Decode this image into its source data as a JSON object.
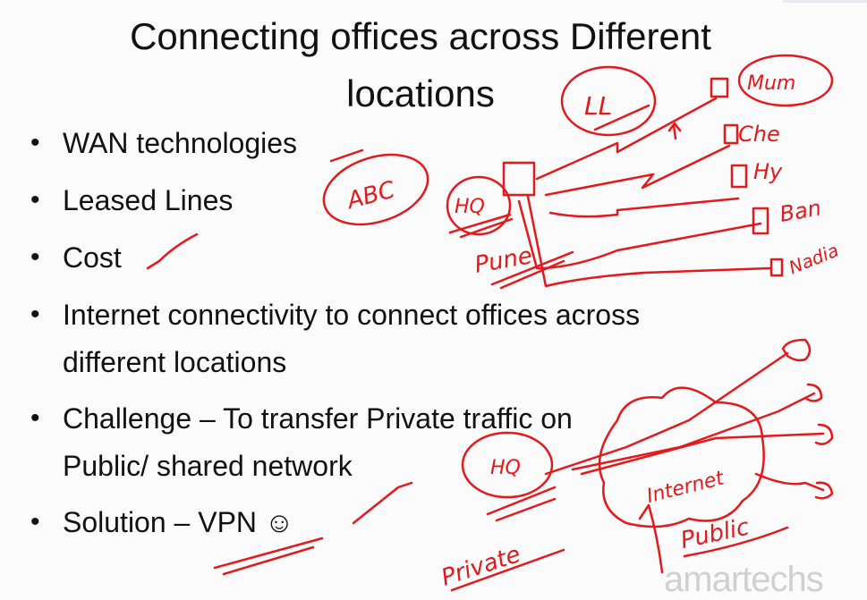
{
  "slide": {
    "title_line1": "Connecting offices across Different",
    "title_line2": "locations",
    "bullets": [
      {
        "symbol": "•",
        "lines": [
          "WAN technologies"
        ]
      },
      {
        "symbol": "•",
        "lines": [
          "Leased Lines"
        ]
      },
      {
        "symbol": "•",
        "lines": [
          "Cost"
        ]
      },
      {
        "symbol": "•",
        "lines": [
          "Internet connectivity to connect offices across",
          "different locations"
        ]
      },
      {
        "symbol": "•",
        "lines": [
          "Challenge – To transfer Private traffic on",
          "Public/ shared network"
        ]
      },
      {
        "symbol": "•",
        "lines": [
          "Solution – VPN ☺"
        ]
      }
    ]
  },
  "annotations": {
    "abc": "ABC",
    "ll": "LL",
    "hq_top": "HQ",
    "pune": "Pune",
    "mum": "Mum",
    "che": "Che",
    "hy": "Hy",
    "ban": "Ban",
    "nadia": "Nadia",
    "hq_bottom": "HQ",
    "internet": "Internet",
    "private": "Private",
    "public": "Public"
  },
  "watermark": "amartechs",
  "colors": {
    "ink": "#e3191c",
    "text": "#111111",
    "background": "#fbfbfb"
  }
}
